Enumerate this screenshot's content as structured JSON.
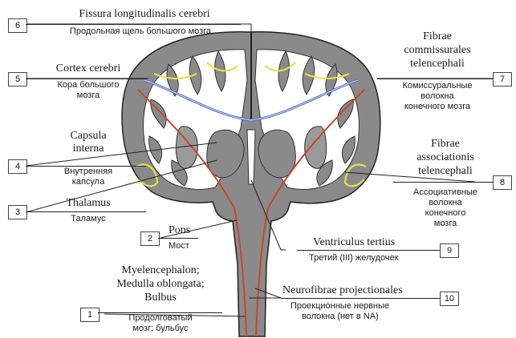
{
  "labels": [
    {
      "num": "1",
      "latin": [
        "Myelencephalon;",
        "Medulla oblongata;",
        "Bulbus"
      ],
      "russian": [
        "Продолговатый",
        "мозг; бульбус"
      ]
    },
    {
      "num": "2",
      "latin": [
        "Pons"
      ],
      "russian": [
        "Мост"
      ]
    },
    {
      "num": "3",
      "latin": [
        "Thalamus"
      ],
      "russian": [
        "Таламус"
      ]
    },
    {
      "num": "4",
      "latin": [
        "Capsula",
        "interna"
      ],
      "russian": [
        "Внутренняя",
        "капсула"
      ]
    },
    {
      "num": "5",
      "latin": [
        "Cortex cerebri"
      ],
      "russian": [
        "Кора большого",
        "мозга"
      ]
    },
    {
      "num": "6",
      "latin": [
        "Fissura longitudinalis cerebri"
      ],
      "russian": [
        "Продольная щель большого мозга"
      ]
    },
    {
      "num": "7",
      "latin": [
        "Fibrae",
        "commissurales",
        "telencephali"
      ],
      "russian": [
        "Комиссуральные",
        "волокна",
        "конечного мозга"
      ]
    },
    {
      "num": "8",
      "latin": [
        "Fibrae",
        "associationis",
        "telencephali"
      ],
      "russian": [
        "Ассоциативные",
        "волокна",
        "конечного",
        "мозга"
      ]
    },
    {
      "num": "9",
      "latin": [
        "Ventriculus tertius"
      ],
      "russian": [
        "Третий (III) желудочек"
      ]
    },
    {
      "num": "10",
      "latin": [
        "Neurofibrae projectionales"
      ],
      "russian": [
        "Проекционные нервные",
        "волокна (нет в NA)"
      ]
    }
  ],
  "colors": {
    "cortex_gray": "#8a8a8a",
    "white_matter": "#ffffff",
    "commissural_blue": "#5a6fc9",
    "association_yellow": "#e4e04a",
    "projection_red": "#c9452e",
    "line": "#222222"
  }
}
